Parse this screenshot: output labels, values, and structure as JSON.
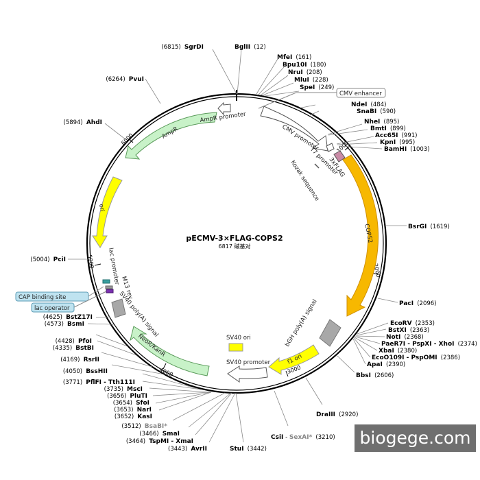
{
  "plasmid": {
    "name": "pECMV-3×FLAG-COPS2",
    "size_label": "6817 碱基对",
    "length": 6817
  },
  "ticks": [
    "1000",
    "2000",
    "3000",
    "4000",
    "5000",
    "6000"
  ],
  "features": [
    {
      "id": "cmv-enh",
      "label": "CMV enhancer",
      "kind": "callout"
    },
    {
      "id": "cmv-prom",
      "label": "CMV promoter"
    },
    {
      "id": "t7",
      "label": "T7 promoter"
    },
    {
      "id": "kozak",
      "label": "Kozak sequence"
    },
    {
      "id": "flag",
      "label": "3xFLAG"
    },
    {
      "id": "cops2",
      "label": "COPS2"
    },
    {
      "id": "bgh",
      "label": "bGH poly(A) signal"
    },
    {
      "id": "f1",
      "label": "f1 ori"
    },
    {
      "id": "sv40p",
      "label": "SV40 promoter"
    },
    {
      "id": "sv40o",
      "label": "SV40 ori"
    },
    {
      "id": "neo",
      "label": "NeoR/KanR"
    },
    {
      "id": "sv40pa",
      "label": "SV40 poly(A) signal"
    },
    {
      "id": "m13",
      "label": "M13 rev"
    },
    {
      "id": "lacp",
      "label": "lac promoter"
    },
    {
      "id": "ori",
      "label": "ori"
    },
    {
      "id": "ampr",
      "label": "AmpR"
    },
    {
      "id": "amprp",
      "label": "AmpR promoter"
    },
    {
      "id": "cap",
      "label": "CAP binding site",
      "kind": "callout"
    },
    {
      "id": "lacop",
      "label": "lac operator",
      "kind": "callout"
    }
  ],
  "sites": [
    {
      "name": "SgrDI",
      "pos": "(6815)"
    },
    {
      "name": "BglII",
      "pos": "(12)"
    },
    {
      "name": "MfeI",
      "pos": "(161)"
    },
    {
      "name": "Bpu10I",
      "pos": "(180)"
    },
    {
      "name": "NruI",
      "pos": "(208)"
    },
    {
      "name": "MluI",
      "pos": "(228)"
    },
    {
      "name": "SpeI",
      "pos": "(249)"
    },
    {
      "name": "NdeI",
      "pos": "(484)"
    },
    {
      "name": "SnaBI",
      "pos": "(590)"
    },
    {
      "name": "NheI",
      "pos": "(895)"
    },
    {
      "name": "BmtI",
      "pos": "(899)"
    },
    {
      "name": "Acc65I",
      "pos": "(991)"
    },
    {
      "name": "KpnI",
      "pos": "(995)"
    },
    {
      "name": "BamHI",
      "pos": "(1003)"
    },
    {
      "name": "BsrGI",
      "pos": "(1619)"
    },
    {
      "name": "PacI",
      "pos": "(2096)"
    },
    {
      "name": "EcoRV",
      "pos": "(2353)"
    },
    {
      "name": "BstXI",
      "pos": "(2363)"
    },
    {
      "name": "NotI",
      "pos": "(2368)"
    },
    {
      "name": "PaeR7I - PspXI - XhoI",
      "pos": "(2374)"
    },
    {
      "name": "XbaI",
      "pos": "(2380)"
    },
    {
      "name": "EcoO109I - PspOMI",
      "pos": "(2386)"
    },
    {
      "name": "ApaI",
      "pos": "(2390)"
    },
    {
      "name": "BbsI",
      "pos": "(2606)"
    },
    {
      "name": "DraIII",
      "pos": "(2920)"
    },
    {
      "name": "CsiI",
      "name2": "SexAI*",
      "pos": "(3210)"
    },
    {
      "name": "StuI",
      "pos": "(3442)"
    },
    {
      "name": "AvrII",
      "pos": "(3443)"
    },
    {
      "name": "TspMI - XmaI",
      "pos": "(3464)"
    },
    {
      "name": "SmaI",
      "pos": "(3466)"
    },
    {
      "name": "BsaBI*",
      "pos": "(3512)",
      "gray": true
    },
    {
      "name": "KasI",
      "pos": "(3652)"
    },
    {
      "name": "NarI",
      "pos": "(3653)"
    },
    {
      "name": "SfoI",
      "pos": "(3654)"
    },
    {
      "name": "PluTI",
      "pos": "(3656)"
    },
    {
      "name": "MscI",
      "pos": "(3735)"
    },
    {
      "name": "PflFI - Tth111I",
      "pos": "(3771)"
    },
    {
      "name": "BssHII",
      "pos": "(4050)"
    },
    {
      "name": "RsrII",
      "pos": "(4169)"
    },
    {
      "name": "BstBI",
      "pos": "(4335)"
    },
    {
      "name": "PfoI",
      "pos": "(4428)"
    },
    {
      "name": "BsmI",
      "pos": "(4573)"
    },
    {
      "name": "BstZ17I",
      "pos": "(4625)"
    },
    {
      "name": "PciI",
      "pos": "(5004)"
    },
    {
      "name": "AhdI",
      "pos": "(5894)"
    },
    {
      "name": "PvuI",
      "pos": "(6264)"
    }
  ],
  "colors": {
    "backbone": "#000000",
    "cops2": "#f7b800",
    "ori": "#ffff00",
    "f1": "#ffff00",
    "neo": "#c8f2c8",
    "ampr": "#c8f2c8",
    "promoter": "#ffffff",
    "polyA": "#a8a8a8",
    "flag": "#c98ba6",
    "callout": "#bfe3f0"
  },
  "watermark": "biogege.com"
}
